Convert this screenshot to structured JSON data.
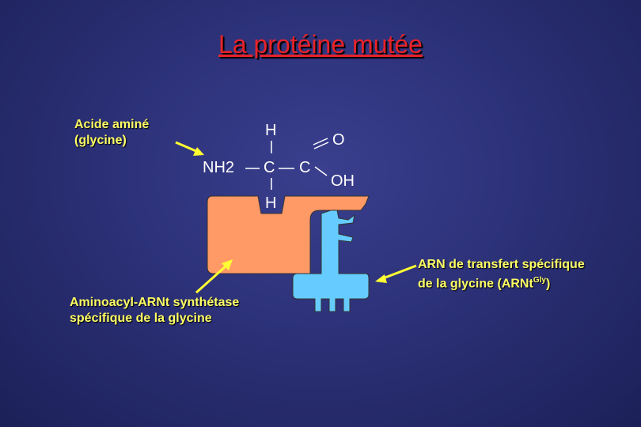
{
  "title": "La protéine mutée",
  "labels": {
    "amino_acid_line1": "Acide aminé",
    "amino_acid_line2": "(glycine)",
    "synthetase_line1": "Aminoacyl-ARNt synthétase",
    "synthetase_line2": "spécifique de la glycine",
    "trna_line1": "ARN de transfert spécifique",
    "trna_line2_prefix": "de la glycine (ARNt",
    "trna_line2_sup": "Gly",
    "trna_line2_suffix": ")"
  },
  "molecule": {
    "h_top": "H",
    "nh2": "NH2",
    "c_alpha": "C",
    "c_carboxyl": "C",
    "o": "O",
    "oh": "OH",
    "h_bottom": "H"
  },
  "colors": {
    "background": "#2c3178",
    "title": "#e8222a",
    "labels": "#ffff66",
    "enzyme": "#ff9966",
    "trna": "#66ccff",
    "arrows": "#ffff33"
  }
}
